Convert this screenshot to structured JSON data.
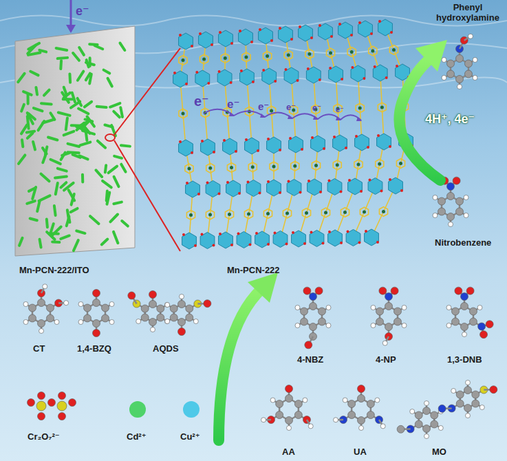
{
  "diagram": {
    "labels": [
      "e⁻",
      "Phenyl hydroxylamine",
      "4H⁺, 4e⁻",
      "Nitrobenzene",
      "Mn-PCN-222/ITO",
      "Mn-PCN-222",
      "e⁻",
      "e⁻",
      "e⁻",
      "e⁻",
      "e⁻",
      "e⁻",
      "CT",
      "1,4-BZQ",
      "AQDS",
      "Cr₂O₇²⁻",
      "Cd²⁺",
      "Cu²⁺",
      "4-NBZ",
      "4-NP",
      "1,3-DNB",
      "AA",
      "UA",
      "MO"
    ]
  }
}
